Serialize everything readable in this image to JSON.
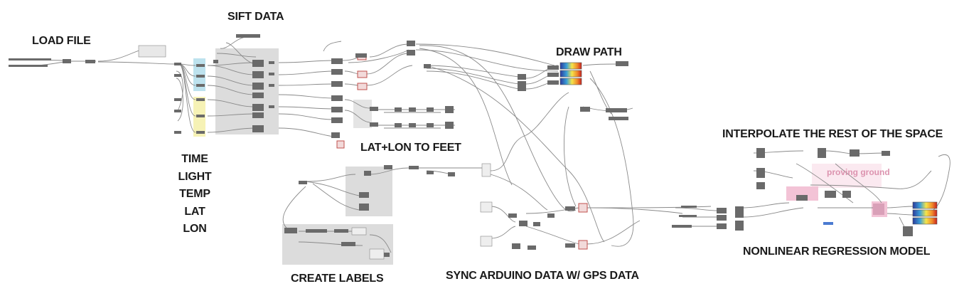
{
  "labels": {
    "load_file": "LOAD FILE",
    "sift_data": "SIFT DATA",
    "draw_path": "DRAW PATH",
    "interpolate": "INTERPOLATE THE REST OF THE SPACE",
    "lat_lon_to_feet": "LAT+LON TO FEET",
    "create_labels": "CREATE LABELS",
    "sync": "SYNC ARDUINO DATA W/ GPS DATA",
    "nonlinear": "NONLINEAR REGRESSION MODEL",
    "channels": [
      "TIME",
      "LIGHT",
      "TEMP",
      "LAT",
      "LON"
    ]
  },
  "plugin_watermark": "proving ground",
  "colors": {
    "wire": "#8a8a8a",
    "group_gray": "#d9d9d9",
    "group_blue": "#bfe3ef",
    "group_yellow": "#f6f3b8",
    "group_pink": "#f3c6d8",
    "component": "#5a5a5a",
    "highlight_red": "#c0504d"
  }
}
